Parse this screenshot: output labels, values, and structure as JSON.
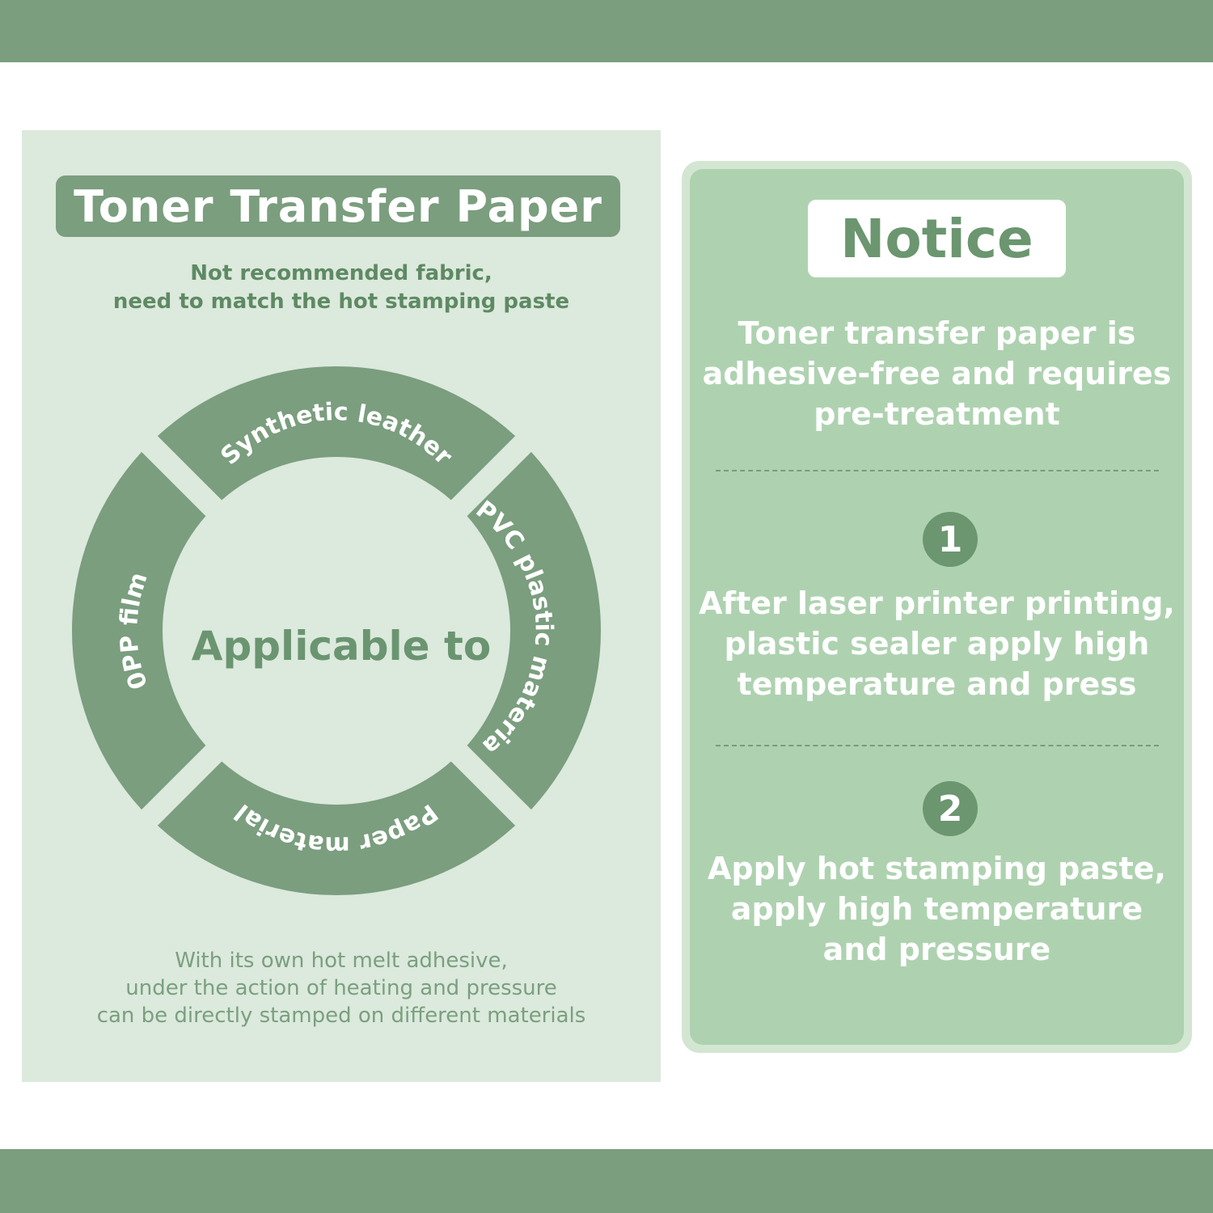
{
  "title": "Toner Transfer Paper",
  "subtitle_lines": [
    "Not recommended fabric,",
    "need to match the hot stamping paste"
  ],
  "ring": {
    "center_label": "Applicable to",
    "segments": [
      "Synthetic leather",
      "PVC plastic material",
      "Paper material",
      "0PP film"
    ]
  },
  "footnote_lines": [
    "With its own hot melt adhesive,",
    "under the action of heating and pressure",
    "can be directly stamped on different materials"
  ],
  "notice": {
    "heading": "Notice",
    "intro_lines": [
      "Toner transfer paper is",
      "adhesive-free and requires",
      "pre-treatment"
    ],
    "steps": [
      {
        "number": "1",
        "lines": [
          "After laser printer printing,",
          "plastic sealer apply high",
          "temperature and press"
        ]
      },
      {
        "number": "2",
        "lines": [
          "Apply hot stamping paste,",
          "apply high temperature",
          "and pressure"
        ]
      }
    ]
  },
  "colors": {
    "band": "#7a9e7e",
    "left_panel": "#dce9dd",
    "ring_segment": "#7a9e7e",
    "notice_panel": "#aed2b0",
    "notice_border": "#d3e6d2"
  }
}
